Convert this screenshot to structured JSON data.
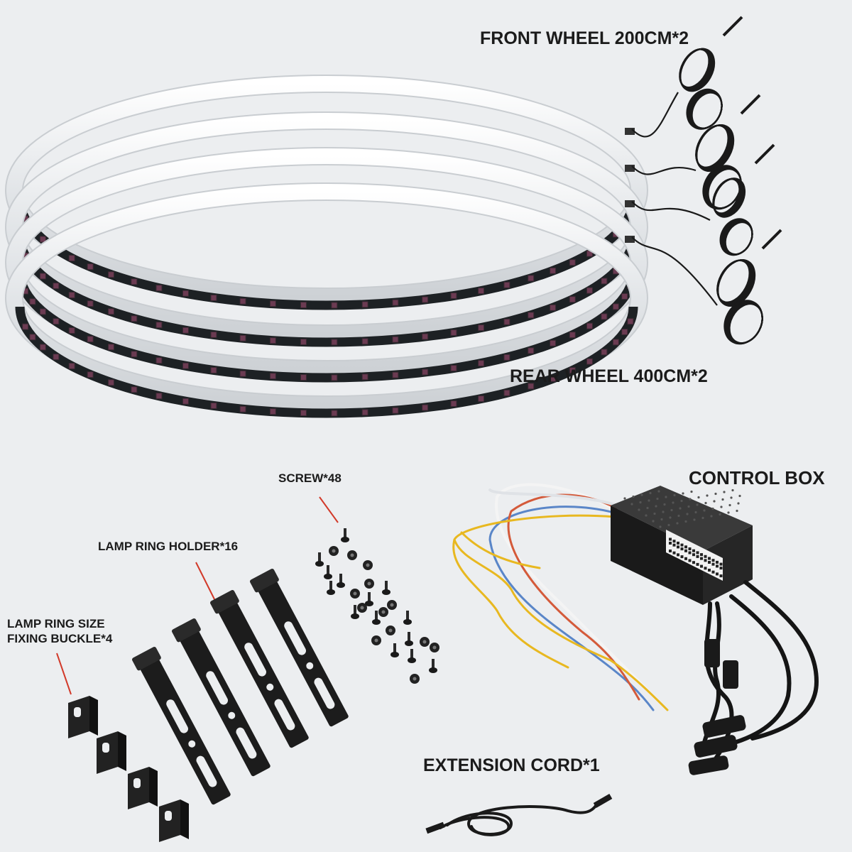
{
  "labels": {
    "front_wheel": "FRONT WHEEL 200CM*2",
    "rear_wheel": "REAR WHEEL 400CM*2",
    "control_box": "CONTROL BOX",
    "screw": "SCREW*48",
    "lamp_ring_holder": "LAMP RING HOLDER*16",
    "lamp_ring_size_line1": "LAMP RING SIZE",
    "lamp_ring_size_line2": "FIXING BUCKLE*4",
    "extension_cord": "EXTENSION CORD*1"
  },
  "colors": {
    "background": "#eceef0",
    "strip_pcb": "#1d2124",
    "led": "#6b3b52",
    "cable": "#1a1a1a",
    "pointer_line": "#d23a2a",
    "wire_yellow": "#e8b820",
    "wire_blue": "#5a86c8",
    "wire_red": "#d45a3a",
    "wire_white": "#f4f4f4"
  }
}
